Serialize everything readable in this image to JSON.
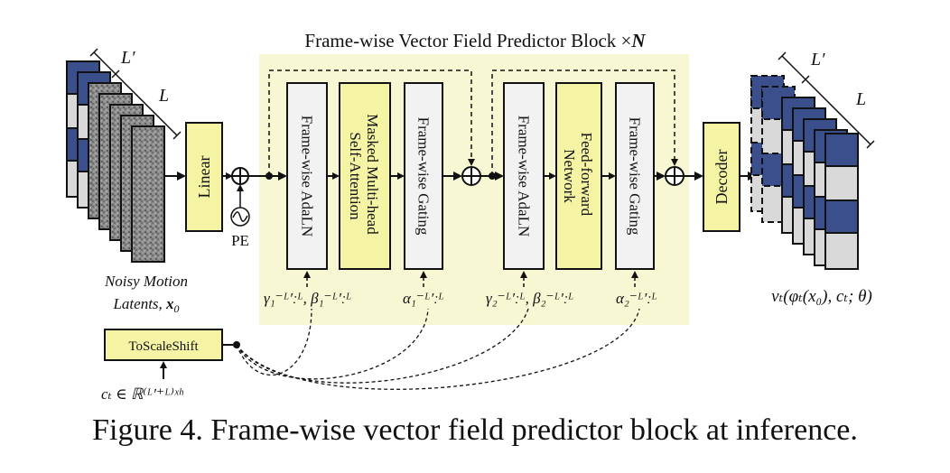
{
  "title": "Frame-wise Vector Field Predictor Block ×",
  "title_n": "N",
  "input": {
    "label_line1": "Noisy Motion",
    "label_line2": "Latents, ",
    "label_var": "x",
    "label_sub": "0",
    "dim_lprime": "L′",
    "dim_l": "L"
  },
  "linear": "Linear",
  "pe": "PE",
  "block1": {
    "adaln": "Frame-wise AdaLN",
    "attn_line1": "Masked Multi-head",
    "attn_line2": "Self-Attention",
    "gating": "Frame-wise Gating",
    "param_a": "γ₁⁻ᴸ′ːᴸ, β₁⁻ᴸ′ːᴸ",
    "param_b": "α₁⁻ᴸ′ːᴸ"
  },
  "block2": {
    "adaln": "Frame-wise AdaLN",
    "ffn_line1": "Feed-forward",
    "ffn_line2": "Network",
    "gating": "Frame-wise Gating",
    "param_a": "γ₂⁻ᴸ′ːᴸ, β₂⁻ᴸ′ːᴸ",
    "param_b": "α₂⁻ᴸ′ːᴸ"
  },
  "decoder": "Decoder",
  "output": {
    "label": "vₜ(φₜ(x₀), cₜ; θ)",
    "dim_lprime": "L′",
    "dim_l": "L"
  },
  "toscaleshift": "ToScaleShift",
  "condition": "cₜ ∈ ℝ⁽ᴸ′⁺ᴸ⁾ˣʰ",
  "caption": "Figure 4. Frame-wise vector field predictor block at inference.",
  "colors": {
    "block_bg": "#f7f7d4",
    "module_yellow": "#f4f4a4",
    "module_gray": "#f2f2f2",
    "latent_blue": "#3a4f8c",
    "latent_gray": "#d9d9d9"
  }
}
